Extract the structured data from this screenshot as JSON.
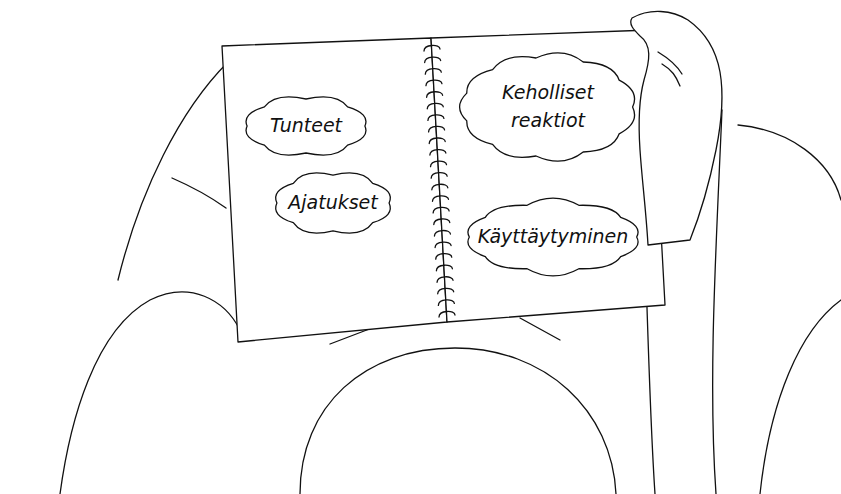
{
  "diagram": {
    "nodes": [
      {
        "text": [
          "Tunteet"
        ]
      },
      {
        "text": [
          "Ajatukset"
        ]
      },
      {
        "text": [
          "Keholliset reaktiot"
        ]
      },
      {
        "text": [
          "Käyttäytyminen"
        ]
      }
    ]
  }
}
